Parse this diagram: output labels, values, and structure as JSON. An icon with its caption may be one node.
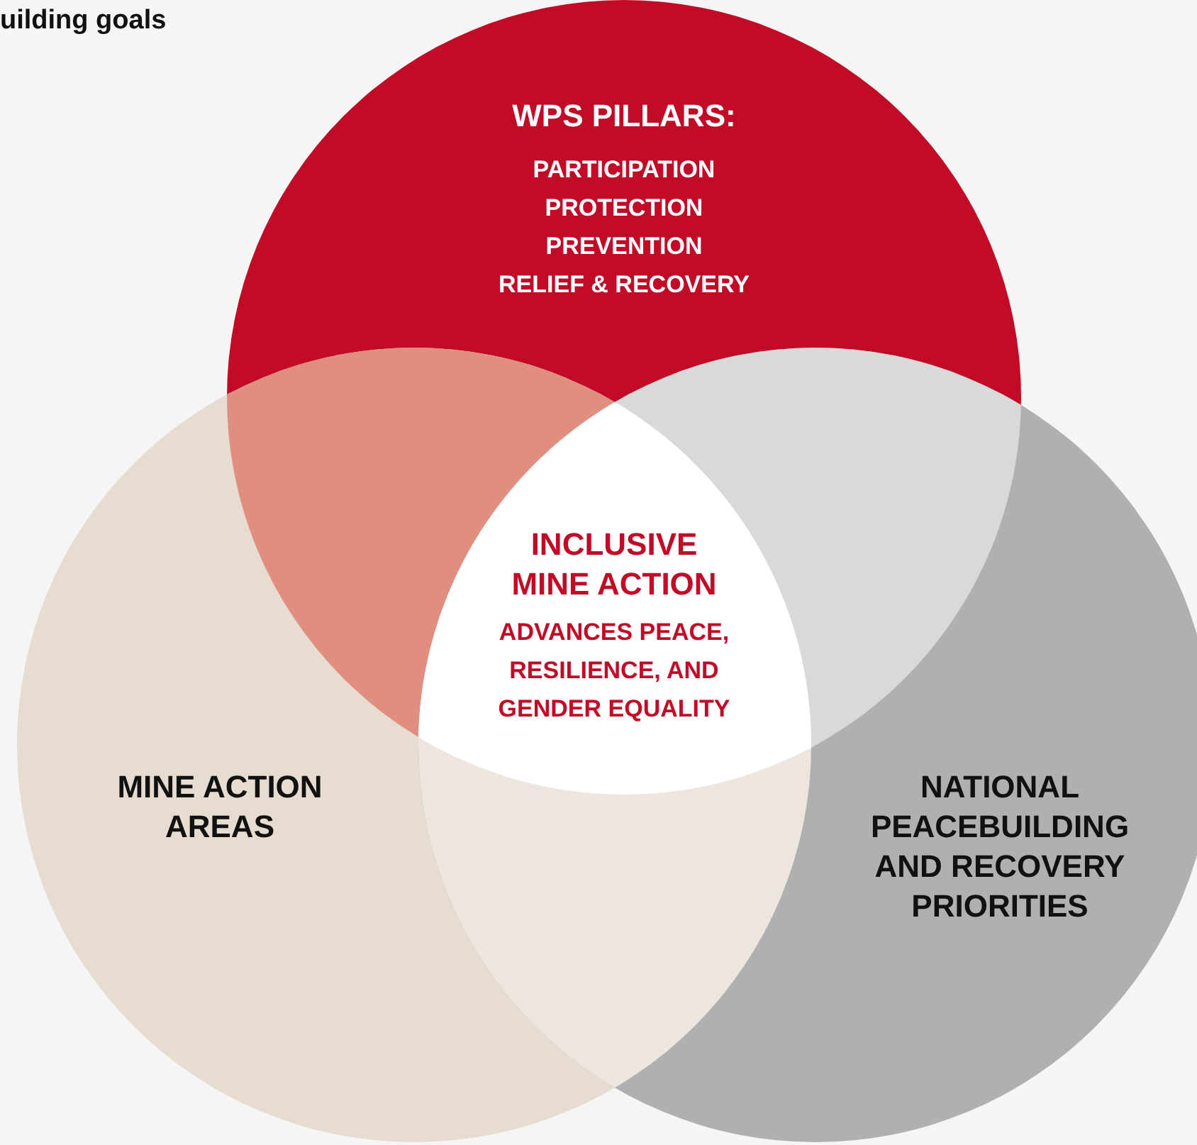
{
  "diagram": {
    "title": "uilding goals",
    "nodes": [
      {
        "text": [
          "WPS PILLARS:",
          "PARTICIPATION",
          "PROTECTION",
          "PREVENTION",
          "RELIEF & RECOVERY"
        ]
      },
      {
        "text": [
          "MINE ACTION AREAS"
        ]
      },
      {
        "text": [
          "NATIONAL PEACEBUILDING AND RECOVERY PRIORITIES"
        ]
      },
      {
        "text": [
          "INCLUSIVE MINE ACTION",
          "ADVANCES PEACE, RESILIENCE, AND GENDER EQUALITY"
        ]
      }
    ],
    "edges": []
  }
}
